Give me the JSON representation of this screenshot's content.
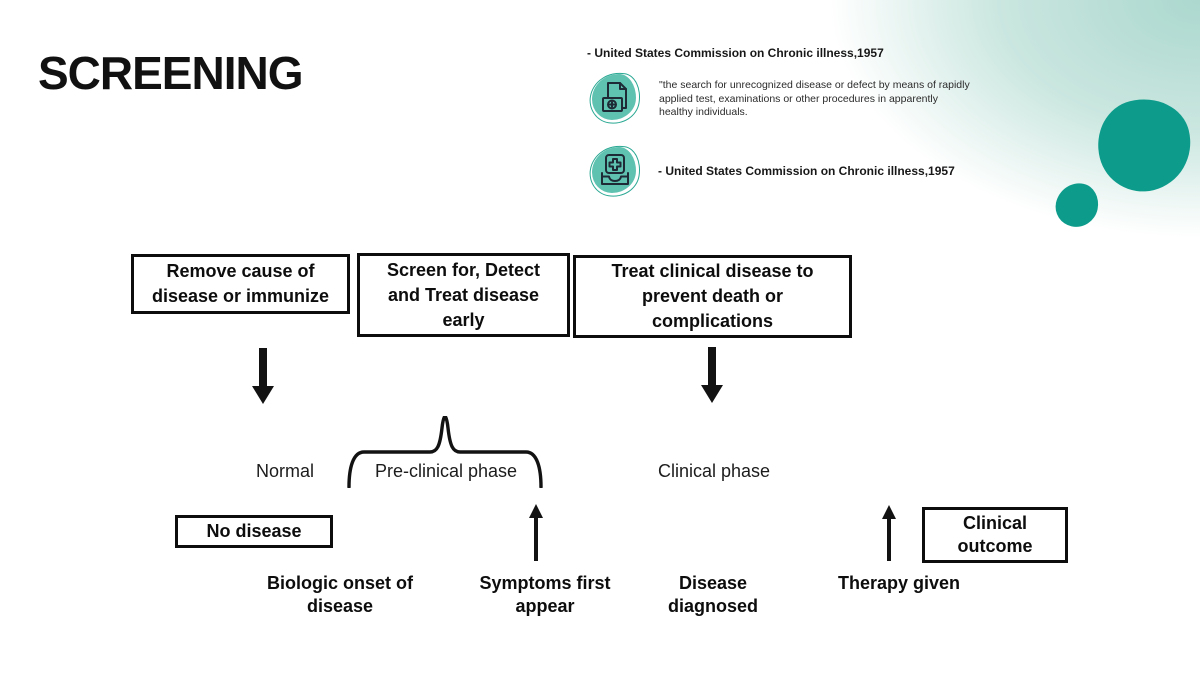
{
  "title": "SCREENING",
  "header": {
    "citation_top": "- United States Commission on Chronic illness,1957",
    "quote": "\"the search for unrecognized disease or defect by means of rapidly applied test, examinations or other procedures in apparently healthy individuals.",
    "citation_bottom": "- United States Commission on Chronic illness,1957"
  },
  "icons": {
    "quote_icon": "medical-file-icon",
    "citation_icon": "first-aid-inbox-icon"
  },
  "colors": {
    "accent_teal": "#0d9c8b",
    "icon_blob_teal": "#5fc2b1",
    "corner_wash_teal": "#b9ded6",
    "ink": "#111111"
  },
  "diagram": {
    "intervention_boxes": [
      {
        "label": "Remove cause of disease or immunize"
      },
      {
        "label": "Screen for, Detect and Treat disease early"
      },
      {
        "label": "Treat clinical disease to prevent death or complications"
      }
    ],
    "phase_labels": [
      {
        "label": "Normal"
      },
      {
        "label": "Pre-clinical phase"
      },
      {
        "label": "Clinical phase"
      }
    ],
    "state_boxes": [
      {
        "label": "No disease"
      },
      {
        "label": "Clinical outcome"
      }
    ],
    "timeline_events": [
      {
        "label": "Biologic onset of disease"
      },
      {
        "label": "Symptoms first appear"
      },
      {
        "label": "Disease diagnosed"
      },
      {
        "label": "Therapy given"
      }
    ]
  }
}
